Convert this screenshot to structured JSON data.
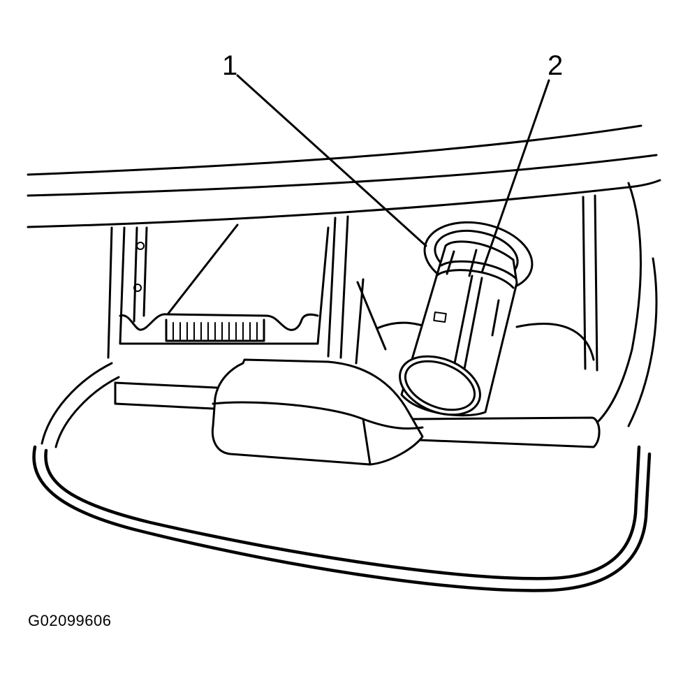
{
  "callouts": {
    "one": "1",
    "two": "2"
  },
  "figure_id": "G02099606"
}
